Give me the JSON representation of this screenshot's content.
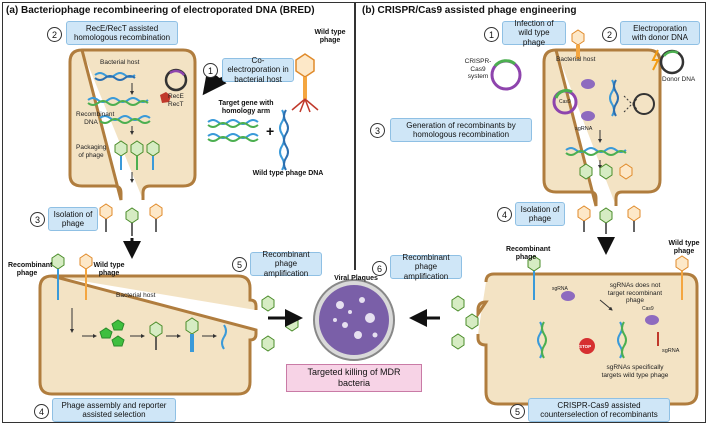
{
  "panel_a": {
    "title": "(a) Bacteriophage recombineering of electroporated DNA (BRED)",
    "steps": [
      {
        "num": "1",
        "text": "Co-electroporation in bacterial host"
      },
      {
        "num": "2",
        "text": "RecE/RecT assisted homologous recombination"
      },
      {
        "num": "3",
        "text": "Isolation of phage"
      },
      {
        "num": "4",
        "text": "Phage assembly and reporter assisted selection"
      },
      {
        "num": "5",
        "text": "Recombinant phage amplification"
      }
    ],
    "labels": {
      "bacterial_host_1": "Bacterial host",
      "rece": "RecE",
      "rect": "RecT",
      "recombinant_dna": "Recombinant DNA",
      "packaging": "Packaging of phage",
      "wild_type_phage": "Wild type phage",
      "target_gene": "Target gene with homology arm",
      "wild_type_phage_dna": "Wild type phage DNA",
      "recombinant_phage": "Recombinant phage",
      "wild_type_phage_2": "Wild type phage",
      "bacterial_host_2": "Bacterial host",
      "plus": "+"
    }
  },
  "panel_b": {
    "title": "(b) CRISPR/Cas9 assisted phage engineering",
    "steps": [
      {
        "num": "1",
        "text": "Infection of wild type phage"
      },
      {
        "num": "2",
        "text": "Electroporation with donor DNA"
      },
      {
        "num": "3",
        "text": "Generation of recombinants by homologous recombination"
      },
      {
        "num": "4",
        "text": "Isolation of phage"
      },
      {
        "num": "5",
        "text": "CRISPR-Cas9 assisted counterselection of recombinants"
      },
      {
        "num": "6",
        "text": "Recombinant phage amplification"
      }
    ],
    "labels": {
      "crispr_system": "CRISPR-Cas9 system",
      "bacterial_host": "Bacterial host",
      "donor_dna": "Donor DNA",
      "cas9": "Cas9",
      "sgrna": "sgRNA",
      "recombinant_phage": "Recombinant phage",
      "wild_type_phage": "Wild type phage",
      "sgrna_not_target": "sgRNAs does not target recombinant phage",
      "sgrna_targets": "sgRNAs specifically targets wild type phage",
      "stop": "STOP",
      "sgrna2": "sgRNA",
      "cas9_2": "Cas9",
      "sgrna3": "sgRNA"
    }
  },
  "center": {
    "viral_plaques": "Viral Plaques",
    "targeted_killing": "Targeted killing of MDR bacteria"
  },
  "colors": {
    "step_box": "#cfe6f7",
    "cell_fill": "#f3e3c4",
    "cell_border": "#b07d3e",
    "plate": "#7a5fa8",
    "pink_box": "#f7d3e6"
  }
}
